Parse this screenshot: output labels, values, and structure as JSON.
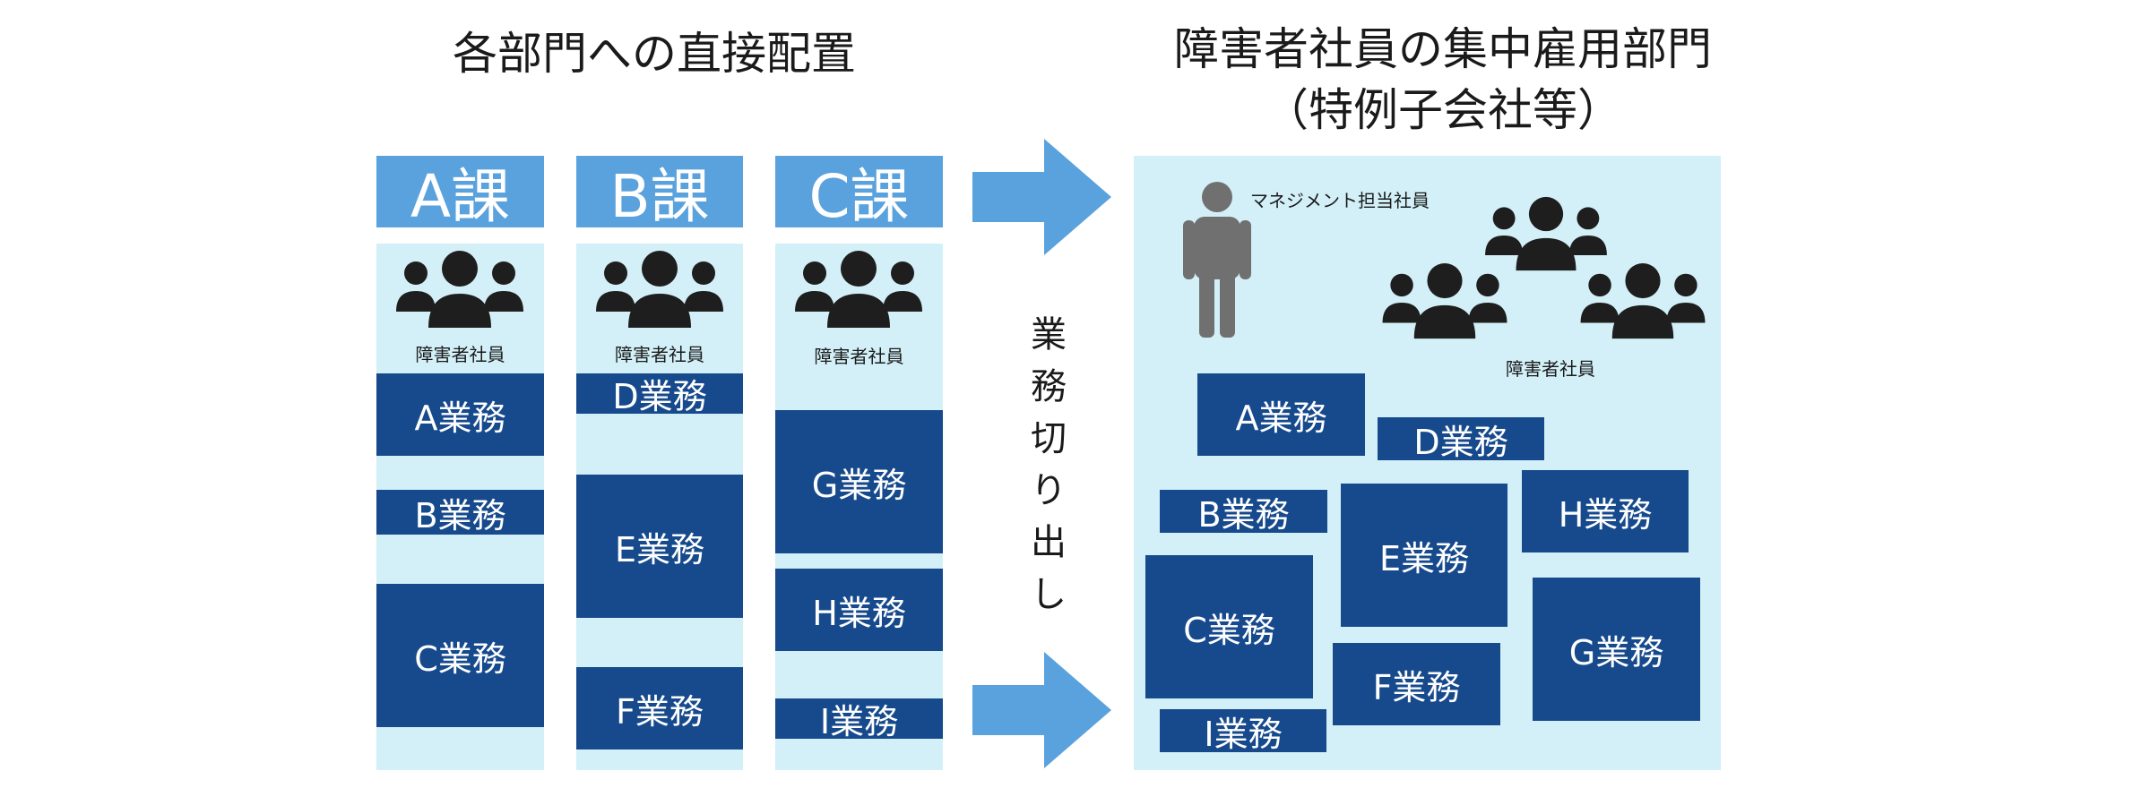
{
  "left_title": "各部門への直接配置",
  "right_title": [
    "障害者社員の集中雇用部門",
    "（特例子会社等）"
  ],
  "departments": [
    {
      "header": "A課",
      "people_label": "障害者社員",
      "tasks": [
        "A業務",
        "B業務",
        "C業務"
      ]
    },
    {
      "header": "B課",
      "people_label": "障害者社員",
      "tasks": [
        "D業務",
        "E業務",
        "F業務"
      ]
    },
    {
      "header": "C課",
      "people_label": "障害者社員",
      "tasks": [
        "G業務",
        "H業務",
        "I業務"
      ]
    }
  ],
  "middle_label": [
    "業",
    "務",
    "切",
    "り",
    "出",
    "し"
  ],
  "central": {
    "manager_label": "マネジメント担当社員",
    "people_label": "障害者社員",
    "tasks": [
      "A業務",
      "D業務",
      "B業務",
      "E業務",
      "H業務",
      "C業務",
      "F業務",
      "G業務",
      "I業務"
    ]
  },
  "colors": {
    "header_blue": "#5aa2dd",
    "task_navy": "#174a8c",
    "panel_light": "#d3f0f8",
    "icon_dark": "#1e1e1e",
    "manager_gray": "#707070"
  },
  "icons": {
    "group": "people-group-icon",
    "manager": "person-icon",
    "arrow": "arrow-right-icon"
  }
}
